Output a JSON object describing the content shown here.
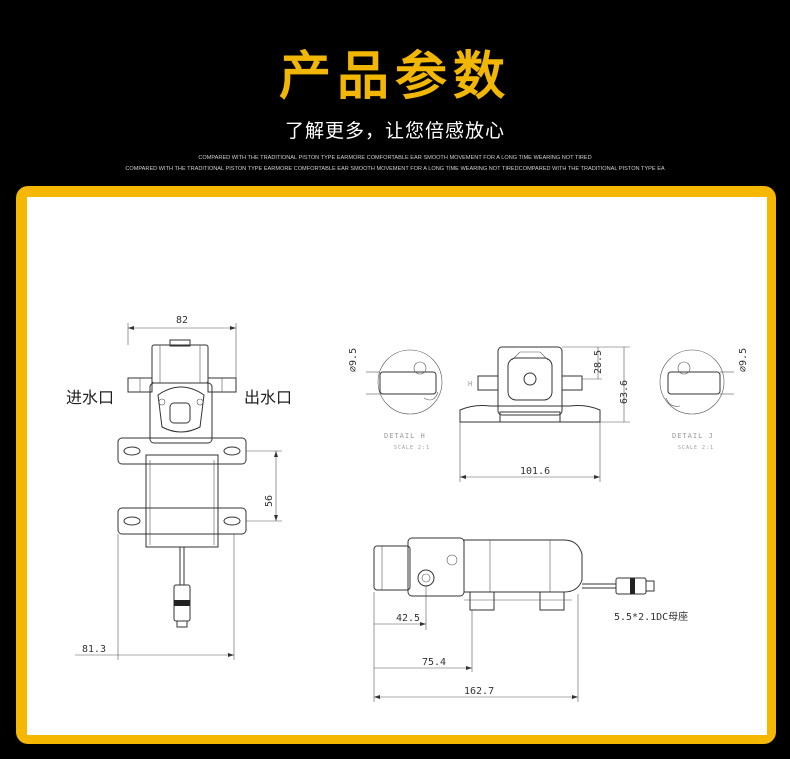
{
  "header": {
    "title": "产品参数",
    "subtitle": "了解更多，让您倍感放心",
    "tagline_1": "COMPARED WITH THE TRADITIONAL PISTON TYPE EARMORE COMFORTABLE EAR SMOOTH MOVEMENT FOR A LONG TIME WEARING NOT TIRED",
    "tagline_2": "COMPARED WITH THE TRADITIONAL PISTON TYPE EARMORE COMFORTABLE EAR SMOOTH MOVEMENT FOR A LONG TIME WEARING NOT TIREDCOMPARED WITH THE TRADITIONAL PISTON TYPE EA"
  },
  "front_view": {
    "width_dim": "82",
    "inlet_label": "进水口",
    "outlet_label": "出水口",
    "height_dim": "56",
    "bottom_dim": "81.3"
  },
  "top_view": {
    "detail_h_diameter": "9.5",
    "detail_h_label": "DETAIL H",
    "detail_h_scale": "SCALE 2:1",
    "h_marker": "H",
    "dim_28": "28.5",
    "dim_63": "63.6",
    "width_dim": "101.6",
    "detail_j_diameter": "9.5",
    "detail_j_label": "DETAIL J",
    "detail_j_scale": "SCALE 2:1"
  },
  "side_view": {
    "dim_42": "42.5",
    "dim_75": "75.4",
    "dim_162": "162.7",
    "connector_label": "5.5*2.1DC母座"
  },
  "colors": {
    "accent": "#f5b700",
    "background": "#000000",
    "panel": "#ffffff"
  }
}
